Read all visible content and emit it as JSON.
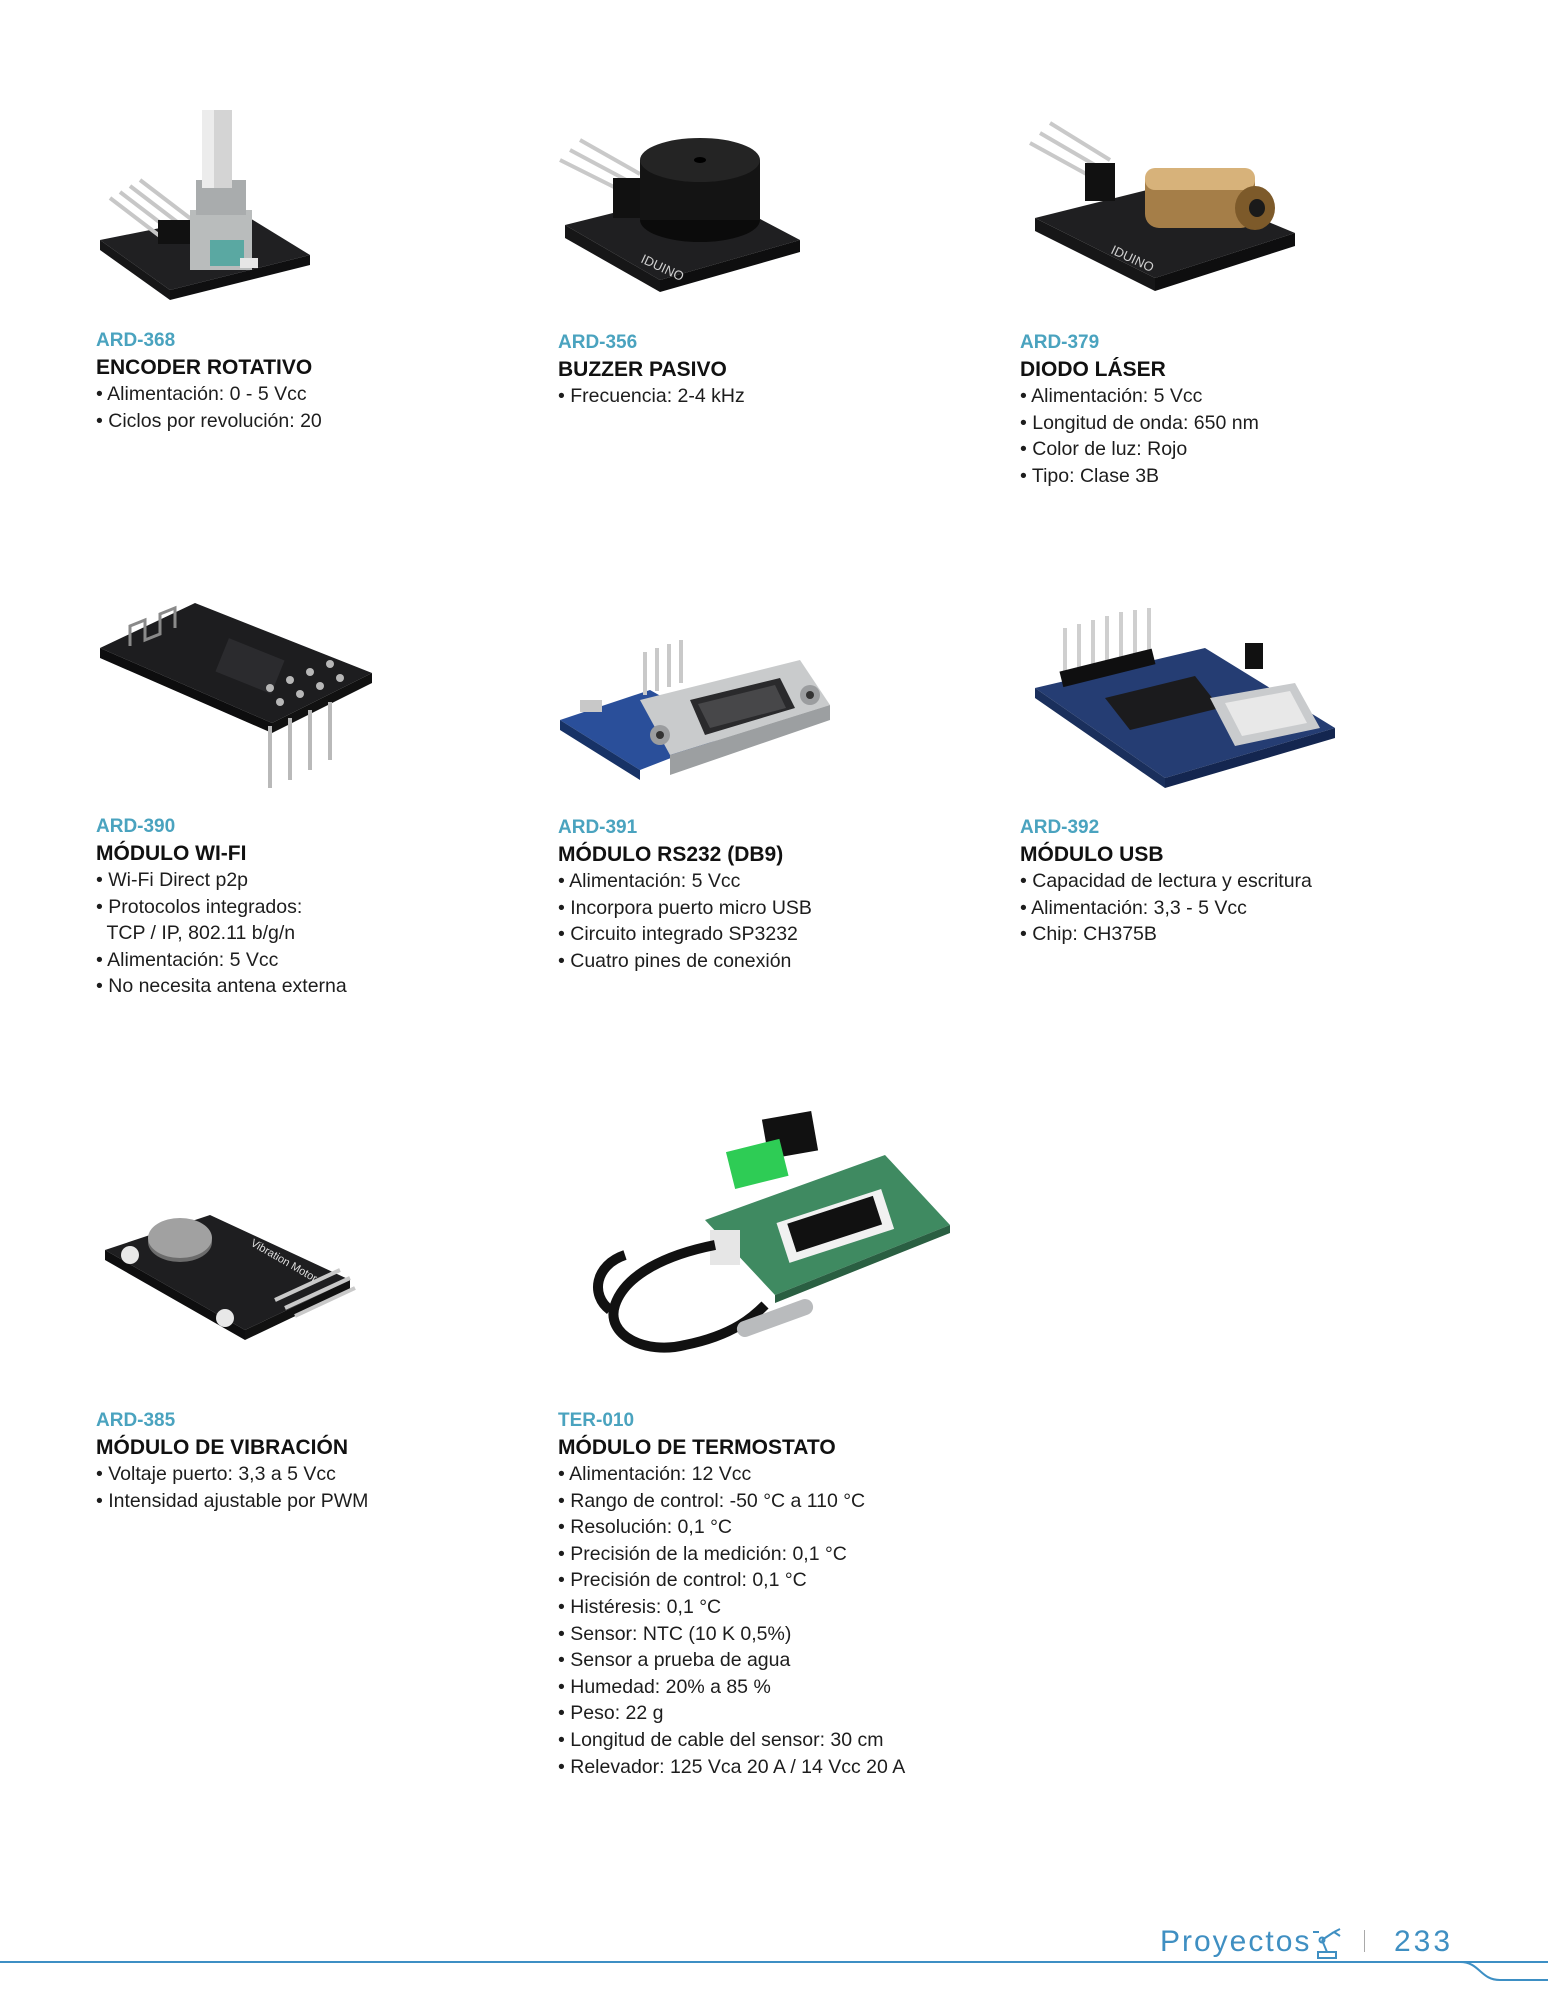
{
  "products": [
    {
      "code": "ARD-368",
      "title": "ENCODER ROTATIVO",
      "specs": [
        "• Alimentación: 0 - 5 Vcc",
        "• Ciclos por revolución: 20"
      ]
    },
    {
      "code": "ARD-356",
      "title": "BUZZER PASIVO",
      "specs": [
        "• Frecuencia: 2-4 kHz"
      ]
    },
    {
      "code": "ARD-379",
      "title": "DIODO LÁSER",
      "specs": [
        "• Alimentación: 5 Vcc",
        "• Longitud de onda: 650 nm",
        "• Color de luz: Rojo",
        "• Tipo: Clase 3B"
      ]
    },
    {
      "code": "ARD-390",
      "title": "MÓDULO WI-FI",
      "specs": [
        "• Wi-Fi Direct p2p",
        "• Protocolos integrados:",
        "  TCP / IP, 802.11 b/g/n",
        "• Alimentación: 5 Vcc",
        "• No necesita antena externa"
      ]
    },
    {
      "code": "ARD-391",
      "title": "MÓDULO RS232 (DB9)",
      "specs": [
        "• Alimentación: 5 Vcc",
        "• Incorpora puerto micro USB",
        "• Circuito integrado SP3232",
        "• Cuatro pines de conexión"
      ]
    },
    {
      "code": "ARD-392",
      "title": "MÓDULO USB",
      "specs": [
        "• Capacidad de lectura y escritura",
        "• Alimentación: 3,3 - 5 Vcc",
        "• Chip: CH375B"
      ]
    },
    {
      "code": "ARD-385",
      "title": "MÓDULO DE VIBRACIÓN",
      "specs": [
        "• Voltaje puerto: 3,3 a 5 Vcc",
        "• Intensidad ajustable por PWM"
      ]
    },
    {
      "code": "TER-010",
      "title": "MÓDULO DE TERMOSTATO",
      "specs": [
        "• Alimentación: 12 Vcc",
        "• Rango de control: -50 °C a 110 °C",
        "• Resolución: 0,1 °C",
        "• Precisión de la medición: 0,1 °C",
        "• Precisión de control: 0,1 °C",
        "• Histéresis: 0,1 °C",
        "• Sensor: NTC (10 K 0,5%)",
        "• Sensor a prueba de agua",
        "• Humedad: 20% a 85 %",
        "• Peso: 22 g",
        "• Longitud de cable del sensor: 30 cm",
        "• Relevador: 125 Vca 20 A / 14 Vcc 20 A"
      ]
    }
  ],
  "photo_labels": {
    "board_brand": "IDUINO",
    "vibration_board": "Vibration Motor"
  },
  "footer": {
    "section": "Proyectos",
    "page_number": "233",
    "icon": "robot-arm-icon"
  },
  "colors": {
    "code": "#4aa3bf",
    "footer": "#3f8fc2",
    "pcb_black": "#1e1e20",
    "pcb_blue": "#1f3f7a",
    "pcb_green": "#2f7a52"
  }
}
